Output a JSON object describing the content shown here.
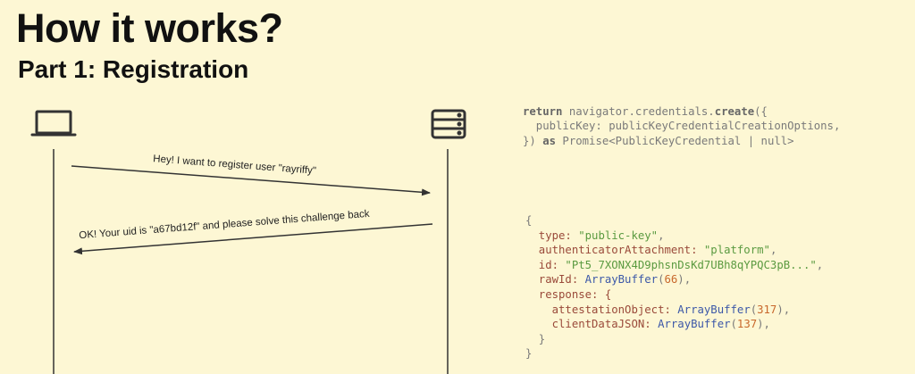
{
  "slide": {
    "title": "How it works?",
    "subtitle": "Part 1: Registration"
  },
  "diagram": {
    "client_icon": "laptop-icon",
    "server_icon": "server-icon",
    "messages": [
      {
        "text": "Hey! I want to register user \"rayriffy\"",
        "direction": "client-to-server"
      },
      {
        "text": "OK! Your uid is \"a67bd12f\" and please solve this challenge back",
        "direction": "server-to-client"
      }
    ]
  },
  "code_call": {
    "l1_kw": "return",
    "l1_a": " navigator.credentials.",
    "l1_fn": "create",
    "l1_b": "({",
    "l2": "  publicKey: publicKeyCredentialCreationOptions,",
    "l3_a": "}) ",
    "l3_kw": "as",
    "l3_b": " Promise<PublicKeyCredential | null>"
  },
  "code_result": {
    "open": "{",
    "type_key": "  type: ",
    "type_val": "\"public-key\"",
    "att_key": "  authenticatorAttachment: ",
    "att_val": "\"platform\"",
    "id_key": "  id: ",
    "id_val": "\"Pt5_7XONX4D9phsnDsKd7UBh8qYPQC3pB...\"",
    "rawid_key": "  rawId: ",
    "rawid_fn": "ArrayBuffer",
    "rawid_num": "66",
    "response_key": "  response: {",
    "attobj_key": "    attestationObject: ",
    "attobj_fn": "ArrayBuffer",
    "attobj_num": "317",
    "cdj_key": "    clientDataJSON: ",
    "cdj_fn": "ArrayBuffer",
    "cdj_num": "137",
    "inner_close": "  }",
    "close": "}"
  }
}
